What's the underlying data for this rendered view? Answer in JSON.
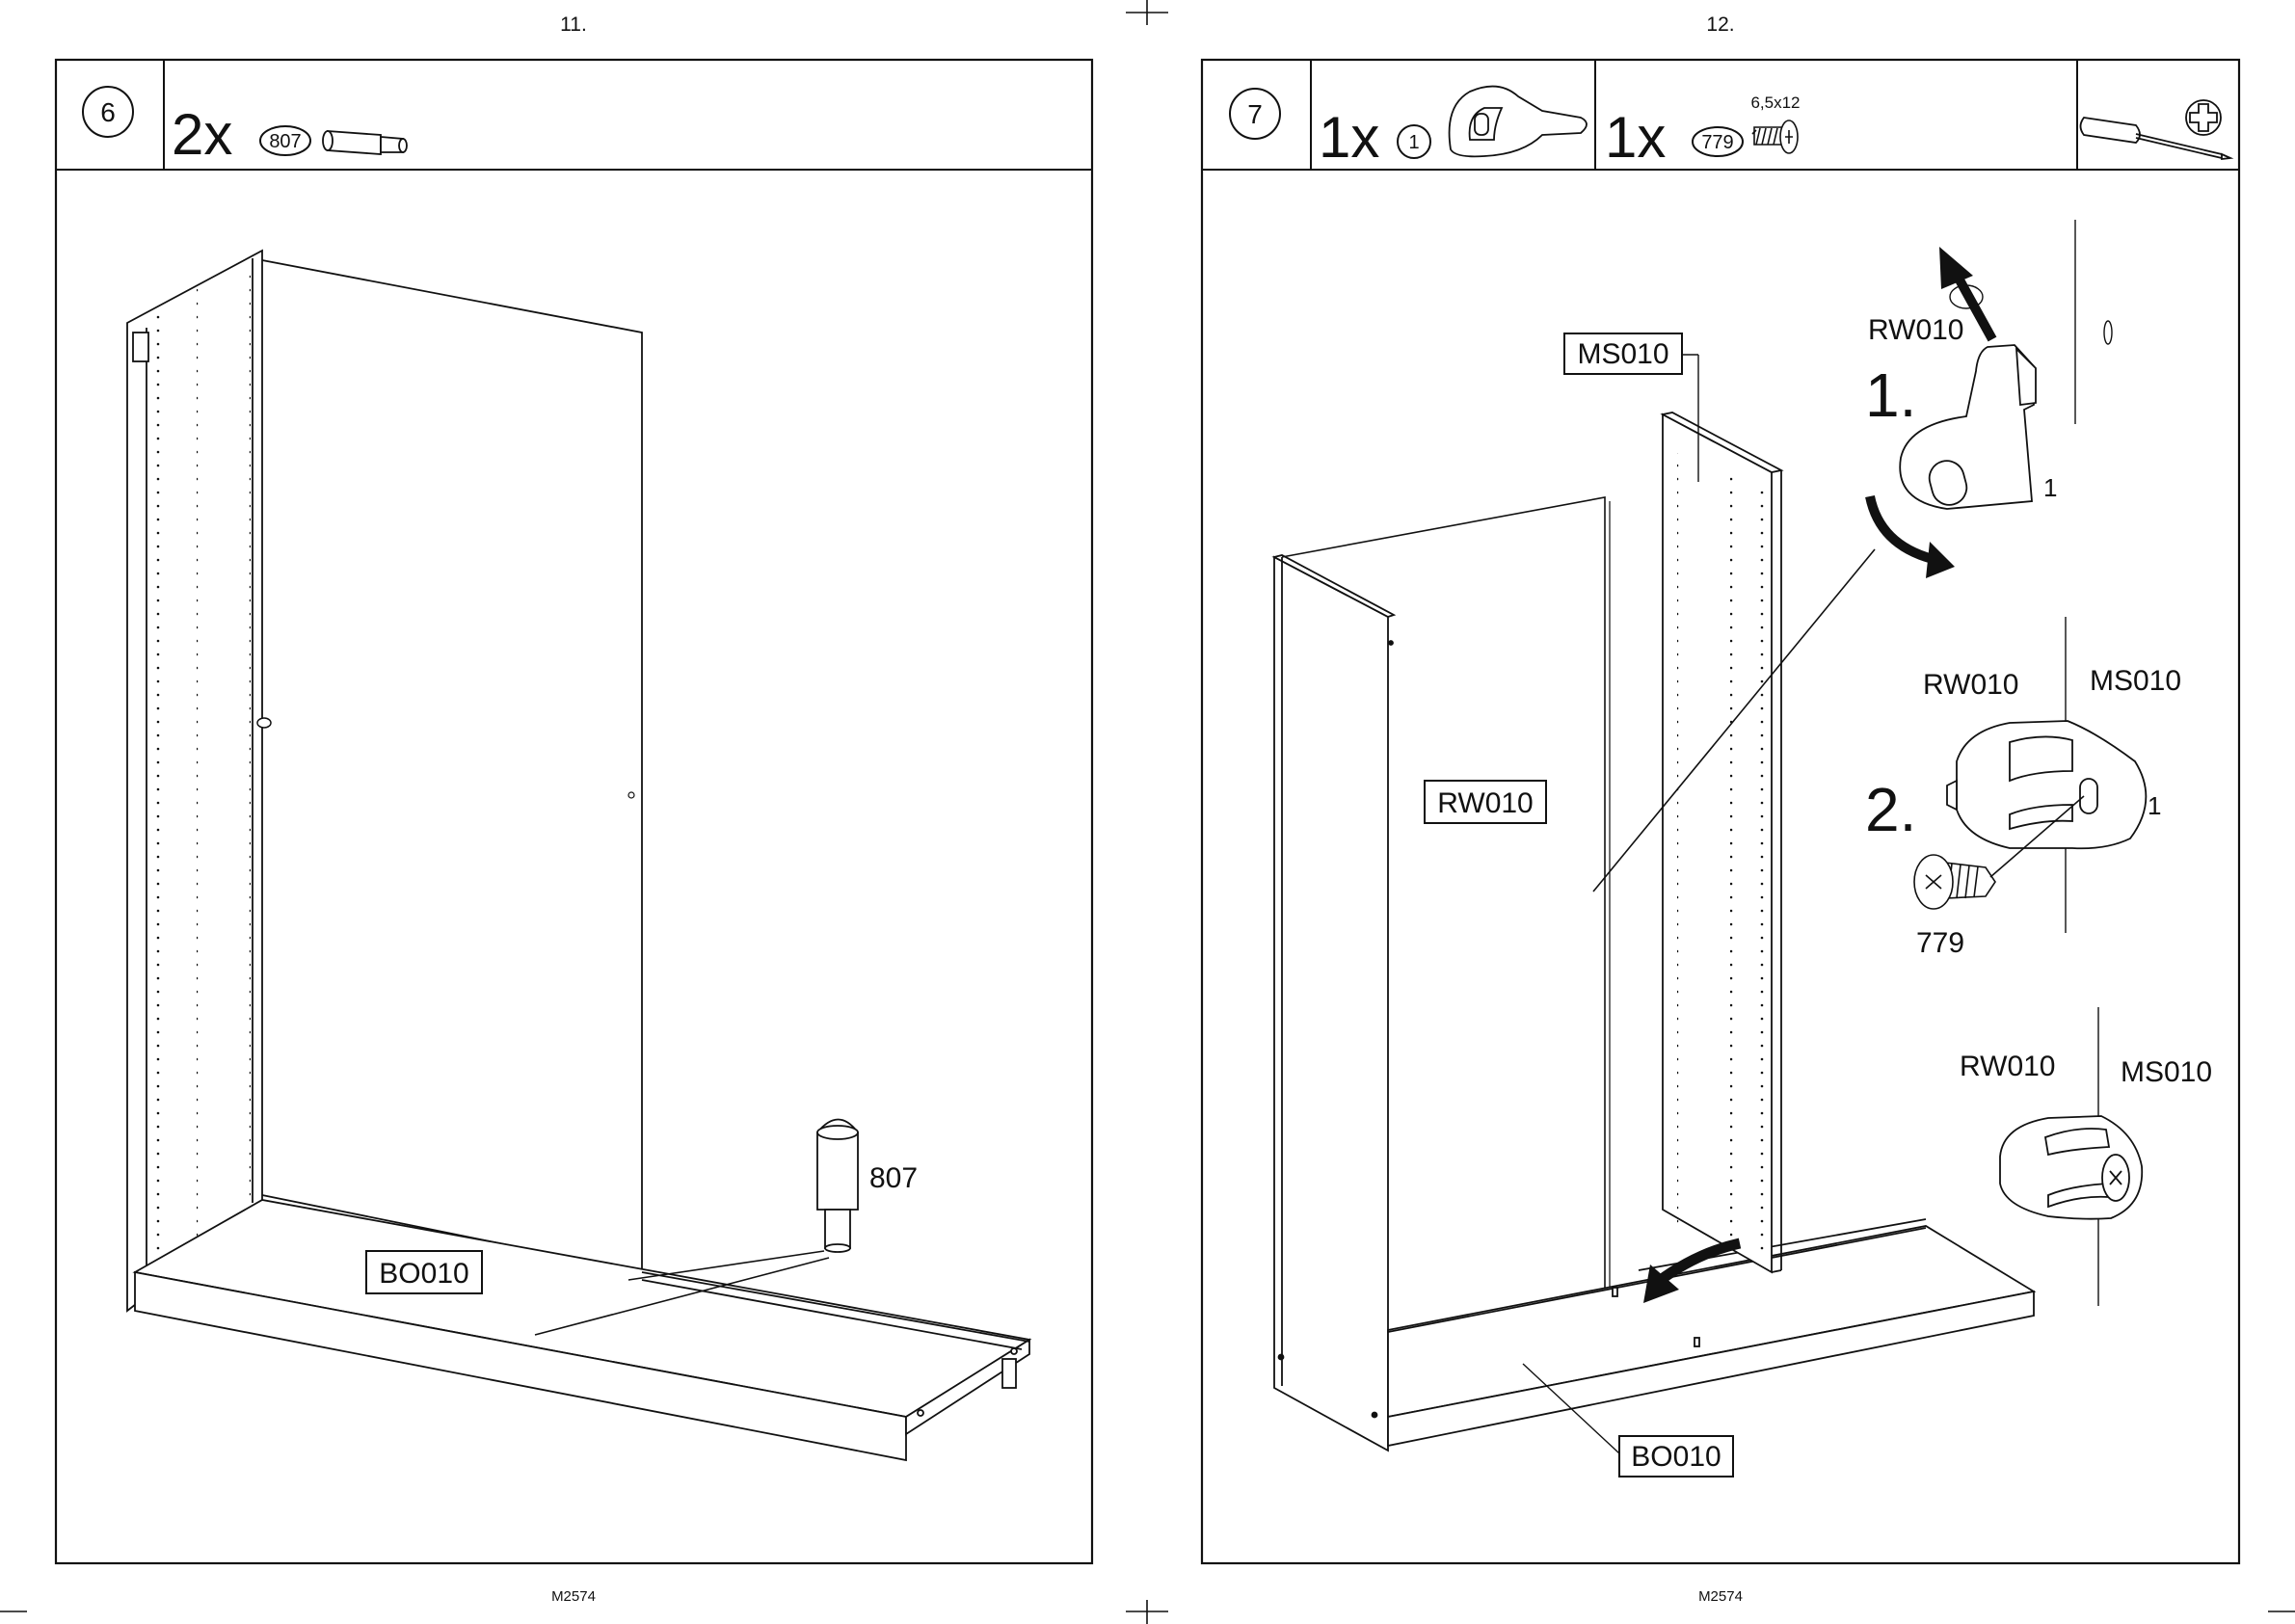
{
  "pages": [
    {
      "page_number": "11.",
      "footer_code": "M2574",
      "step_number": "6",
      "parts": [
        {
          "quantity": "2x",
          "part_id": "807",
          "icon": "dowel-icon"
        }
      ],
      "callouts": {
        "part_label": "807",
        "boxed_label": "BO010"
      }
    },
    {
      "page_number": "12.",
      "footer_code": "M2574",
      "step_number": "7",
      "parts": [
        {
          "quantity": "1x",
          "part_id": "1",
          "icon": "connector-bracket-icon"
        },
        {
          "quantity": "1x",
          "part_id": "779",
          "icon": "screw-icon",
          "spec": "6,5x12"
        }
      ],
      "tool_icons": [
        "screwdriver-icon",
        "phillips-head-icon"
      ],
      "boxed_labels": {
        "top": "MS010",
        "middle": "RW010",
        "bottom": "BO010"
      },
      "detail": {
        "step1": "1.",
        "step2": "2.",
        "d1_panel_label": "RW010",
        "d1_part_label": "1",
        "d2_left_label": "RW010",
        "d2_right_label": "MS010",
        "d2_part_label": "1",
        "d2_screw_label": "779",
        "d3_left_label": "RW010",
        "d3_right_label": "MS010"
      }
    }
  ]
}
